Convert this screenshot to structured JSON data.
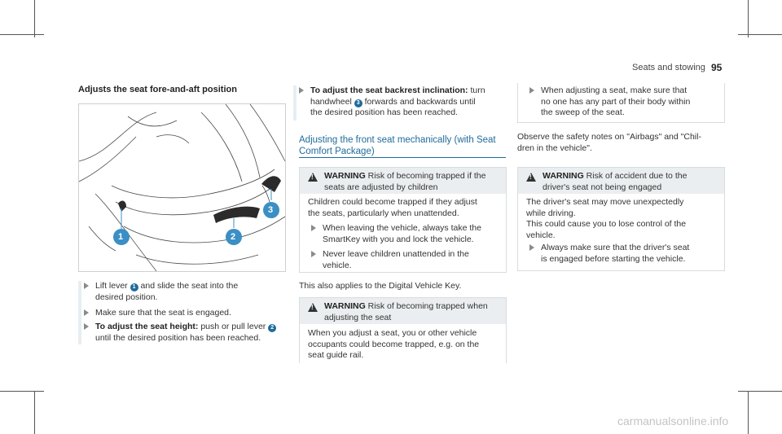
{
  "header": {
    "section": "Seats and stowing",
    "page": "95"
  },
  "col1": {
    "heading": "Adjusts the seat fore-and-aft position",
    "callouts": [
      "1",
      "2",
      "3"
    ],
    "step1": {
      "pre": "Lift lever",
      "badge": "1",
      "post": "and slide the seat into the",
      "line2": "desired position."
    },
    "step2": {
      "line1": "Make sure that the seat is engaged."
    },
    "step3": {
      "bold": "To adjust the seat height:",
      "post": "push or pull lever",
      "badge": "2",
      "line2": "until the desired position has been reached."
    }
  },
  "col2": {
    "step1": {
      "bold": "To adjust the seat backrest inclination:",
      "post": "turn",
      "line2a": "handwheel",
      "badge": "3",
      "line2b": "forwards and backwards until",
      "line3": "the desired position has been reached."
    },
    "section_title_1": "Adjusting the front seat mechanically (with Seat",
    "section_title_2": "Comfort Package)",
    "warn1": {
      "label": "WARNING",
      "head1": "Risk of becoming trapped if the",
      "head2": "seats are adjusted by children",
      "body1": "Children could become trapped if they adjust",
      "body2": "the seats, particularly when unattended.",
      "stepA1": "When leaving the vehicle, always take the",
      "stepA2": "SmartKey with you and lock the vehicle.",
      "stepB1": "Never leave children unattended in the",
      "stepB2": "vehicle."
    },
    "also": "This also applies to the Digital Vehicle Key.",
    "warn2": {
      "label": "WARNING",
      "head1": "Risk of becoming trapped when",
      "head2": "adjusting the seat",
      "body1": "When you adjust a seat, you or other vehicle",
      "body2": "occupants could become trapped, e.g. on the",
      "body3": "seat guide rail."
    }
  },
  "col3": {
    "cont1": "When adjusting a seat, make sure that",
    "cont2": "no one has any part of their body within",
    "cont3": "the sweep of the seat.",
    "obs1": "Observe the safety notes on \"Airbags\" and \"Chil-",
    "obs2": "dren in the vehicle\".",
    "warn3": {
      "label": "WARNING",
      "head1": "Risk of accident due to the",
      "head2": "driver's seat not being engaged",
      "body1": "The driver's seat may move unexpectedly",
      "body2": "while driving.",
      "body3": "This could cause you to lose control of the",
      "body4": "vehicle.",
      "step1": "Always make sure that the driver's seat",
      "step2": "is engaged before starting the vehicle."
    }
  },
  "footer": {
    "watermark": "carmanualsonline.info"
  },
  "colors": {
    "accent": "#1f6b9b",
    "callout": "#3b8fc4"
  }
}
